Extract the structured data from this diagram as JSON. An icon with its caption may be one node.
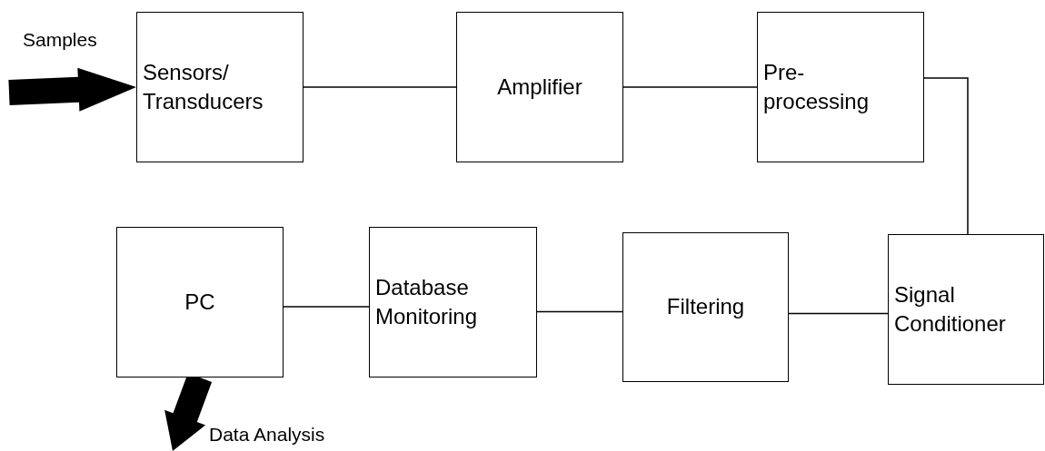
{
  "diagram": {
    "nodes": [
      {
        "text": [
          "Sensors/ Transducers"
        ]
      },
      {
        "text": [
          "Amplifier"
        ]
      },
      {
        "text": [
          "Pre- processing"
        ]
      },
      {
        "text": [
          "PC"
        ]
      },
      {
        "text": [
          "Database Monitoring"
        ]
      },
      {
        "text": [
          "Filtering"
        ]
      },
      {
        "text": [
          "Signal Conditioner"
        ]
      }
    ],
    "edges": [
      {
        "from": null,
        "to": 0,
        "arrow": "to",
        "style": "thick",
        "label": "Samples"
      },
      {
        "from": 0,
        "to": 1,
        "arrow": "none"
      },
      {
        "from": 1,
        "to": 2,
        "arrow": "none"
      },
      {
        "from": 2,
        "to": 6,
        "arrow": "none"
      },
      {
        "from": 6,
        "to": 5,
        "arrow": "none"
      },
      {
        "from": 5,
        "to": 4,
        "arrow": "none"
      },
      {
        "from": 4,
        "to": 3,
        "arrow": "none"
      },
      {
        "from": 3,
        "to": null,
        "arrow": "to",
        "style": "thick",
        "label": "Data Analysis"
      }
    ]
  }
}
